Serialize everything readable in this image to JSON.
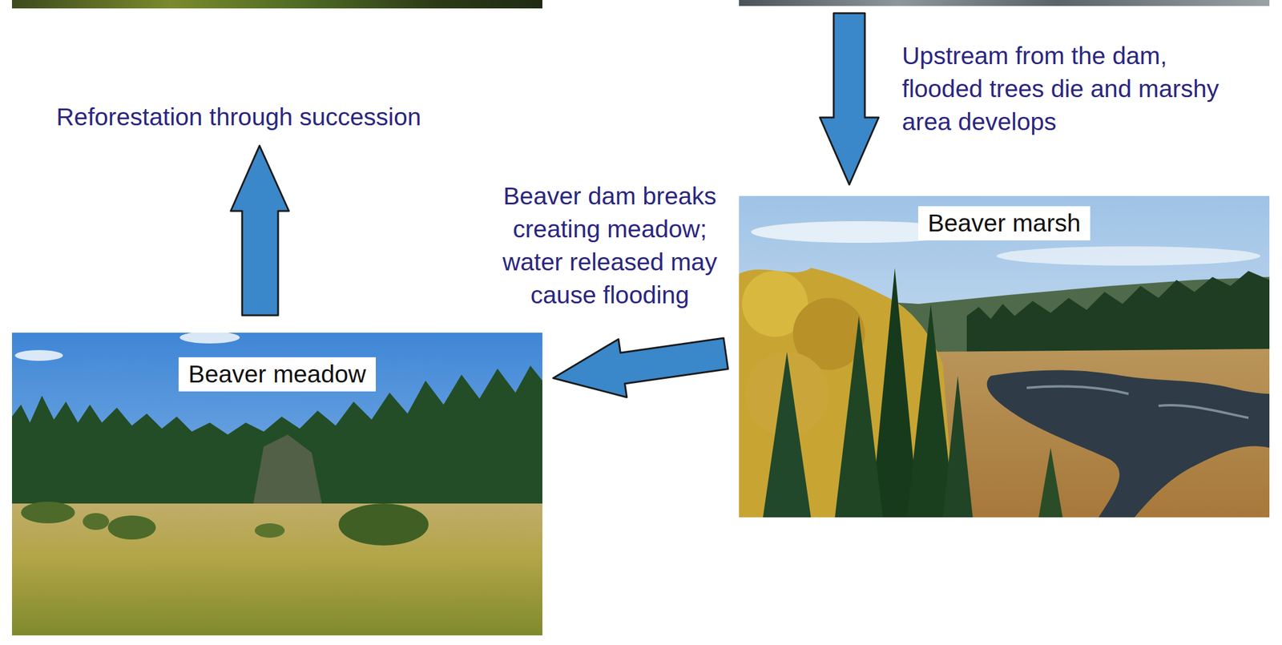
{
  "diagram": {
    "nodes": [
      {
        "text": [
          "Beaver marsh"
        ]
      },
      {
        "text": [
          "Beaver meadow"
        ]
      }
    ],
    "edges": [
      {
        "from": 0,
        "to": 1,
        "arrow": "to",
        "label": "Beaver dam breaks creating meadow; water released may cause flooding"
      }
    ],
    "labels": [
      "Reforestation through succession",
      "Upstream from the dam, flooded trees die and marshy area develops"
    ]
  }
}
